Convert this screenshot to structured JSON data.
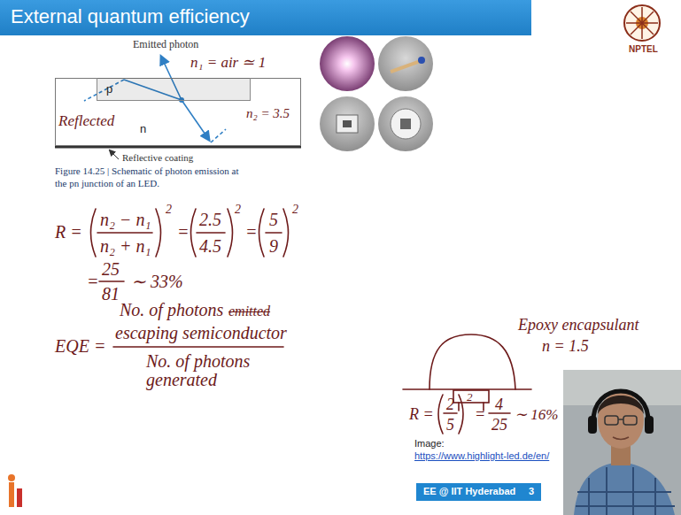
{
  "diagram": {
    "title": "External quantum efficiency",
    "caption": "Figure 14.25 | Schematic of photon emission at the pn junction of an LED.",
    "nodes": [
      {
        "text": [
          "n"
        ]
      },
      {
        "text": [
          "p"
        ],
        "in": 0
      },
      {
        "text": [
          "EE @ IIT Hyderabad",
          "3"
        ]
      }
    ],
    "labels": [
      "Emitted photon",
      "n₁ = air ≃ 1",
      "n₂ = 3.5",
      "Reflected",
      "Reflective coating",
      "R =",
      "n₂ − n₁",
      "n₂ + n₁",
      "2",
      "=",
      "2.5",
      "4.5",
      "2",
      "=",
      "5",
      "9",
      "2",
      "=",
      "25",
      "81",
      "∼ 33%",
      "EQE =",
      "No. of photons",
      "emitted",
      "escaping semiconductor",
      "No. of photons generated",
      "Epoxy encapsulant",
      "n = 1.5",
      "R =",
      "2",
      "5",
      "2",
      "=",
      "4",
      "25",
      "∼ 16%",
      "Image:",
      "https://www.highlight-led.de/en/",
      "NPTEL"
    ]
  }
}
